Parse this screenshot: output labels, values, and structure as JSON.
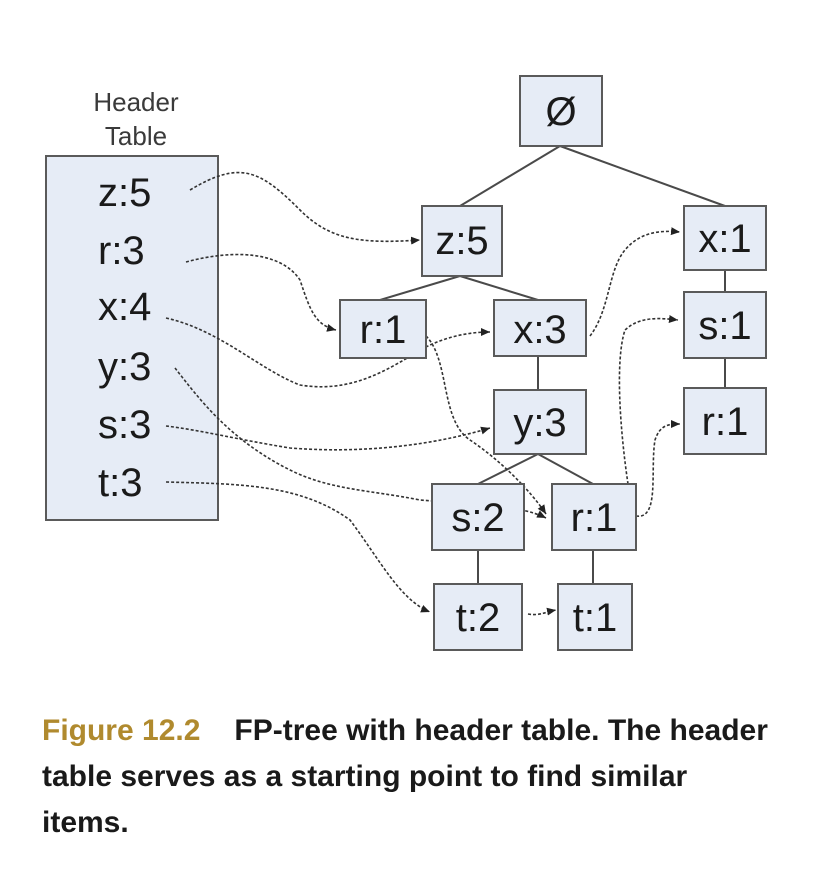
{
  "header_table": {
    "title_line1": "Header",
    "title_line2": "Table",
    "entries": [
      "z:5",
      "r:3",
      "x:4",
      "y:3",
      "s:3",
      "t:3"
    ]
  },
  "tree": {
    "root": "Ø",
    "nodes": {
      "z5": "z:5",
      "x1_right": "x:1",
      "r1_a": "r:1",
      "x3": "x:3",
      "s1_right": "s:1",
      "y3": "y:3",
      "r1_right": "r:1",
      "s2": "s:2",
      "r1_b": "r:1",
      "t2": "t:2",
      "t1": "t:1"
    }
  },
  "caption": {
    "label": "Figure 12.2",
    "text": "FP-tree with header table. The header table serves as a starting point to find similar items."
  },
  "colors": {
    "node_fill": "#e6ecf6",
    "caption_label": "#b08a2e"
  }
}
